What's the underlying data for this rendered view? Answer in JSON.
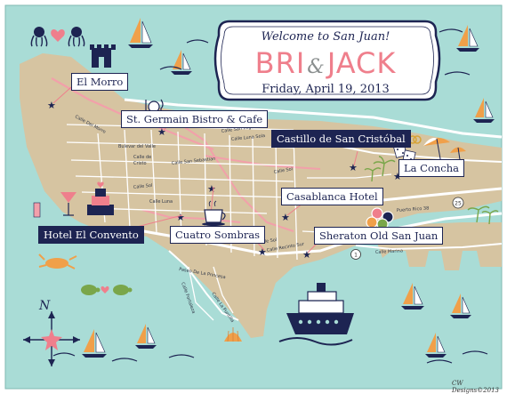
{
  "title": {
    "welcome": "Welcome to San Juan!",
    "bride": "BRI",
    "ampersand": "&",
    "groom": "JACK",
    "date": "Friday, April 19, 2013"
  },
  "places": {
    "el_morro": "El Morro",
    "st_germain": "St. Germain Bistro & Cafe",
    "castillo": "Castillo de San Cristóbal",
    "la_concha": "La Concha",
    "casablanca": "Casablanca Hotel",
    "hotel_el_convento": "Hotel El Convento",
    "cuatro_sombras": "Cuatro Sombras",
    "sheraton": "Sheraton Old San Juan"
  },
  "streets": {
    "calle_del_morro": "Calle Del Morro",
    "calle_san_miguel": "Calle San Miguel",
    "calle_luna_sola": "Calle Luna Sola",
    "bulevar_del_valle": "Bulevar del Valle",
    "calle_de_cristo": "Calle de Cristo",
    "calle_san_sebastian": "Calle San Sebastian",
    "calle_sol_1": "Calle Sol",
    "calle_sol_2": "Calle Sol",
    "calle_sol_3": "Calle Sol",
    "calle_luna": "Calle Luna",
    "calle_recinto_sur": "Calle Recinto Sur",
    "paseo_de_la_princesa": "Paseo De La Princesa",
    "calle_fortaleza": "Calle Fortaleza",
    "calle_la_puntilla": "Calle La Puntilla",
    "puerto_rico_38": "Puerto Rico 38",
    "calle_marina": "Calle Marina"
  },
  "route_badges": {
    "route_25": "25",
    "route_1": "1"
  },
  "compass": "N",
  "credit": "CW Designs©2013",
  "colors": {
    "water": "#a9dcd6",
    "land": "#d6c4a1",
    "navy": "#1d2452",
    "pink": "#ef7f8c",
    "road": "#ffffff",
    "pink_road": "#f2a0aa",
    "orange": "#f0a04a"
  },
  "icons": [
    "octopus-icon",
    "heart-icon",
    "castle-icon",
    "sailboat-icon",
    "plate-icon",
    "ring-icon",
    "dice-icon",
    "umbrella-icon",
    "palm-tree-icon",
    "martini-icon",
    "wedding-cake-icon",
    "coffee-icon",
    "poker-chips-icon",
    "crab-icon",
    "turtle-icon",
    "compass-icon",
    "starfish-icon",
    "shell-icon",
    "cruise-ship-icon"
  ]
}
